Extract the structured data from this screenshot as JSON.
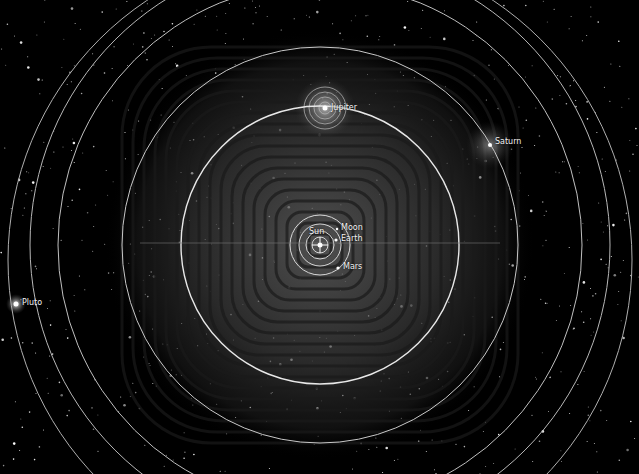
{
  "diagram": {
    "labels": [
      "Jupiter",
      "Saturn",
      "Sun",
      "Moon",
      "Earth",
      "Mars",
      "Pluto"
    ]
  }
}
